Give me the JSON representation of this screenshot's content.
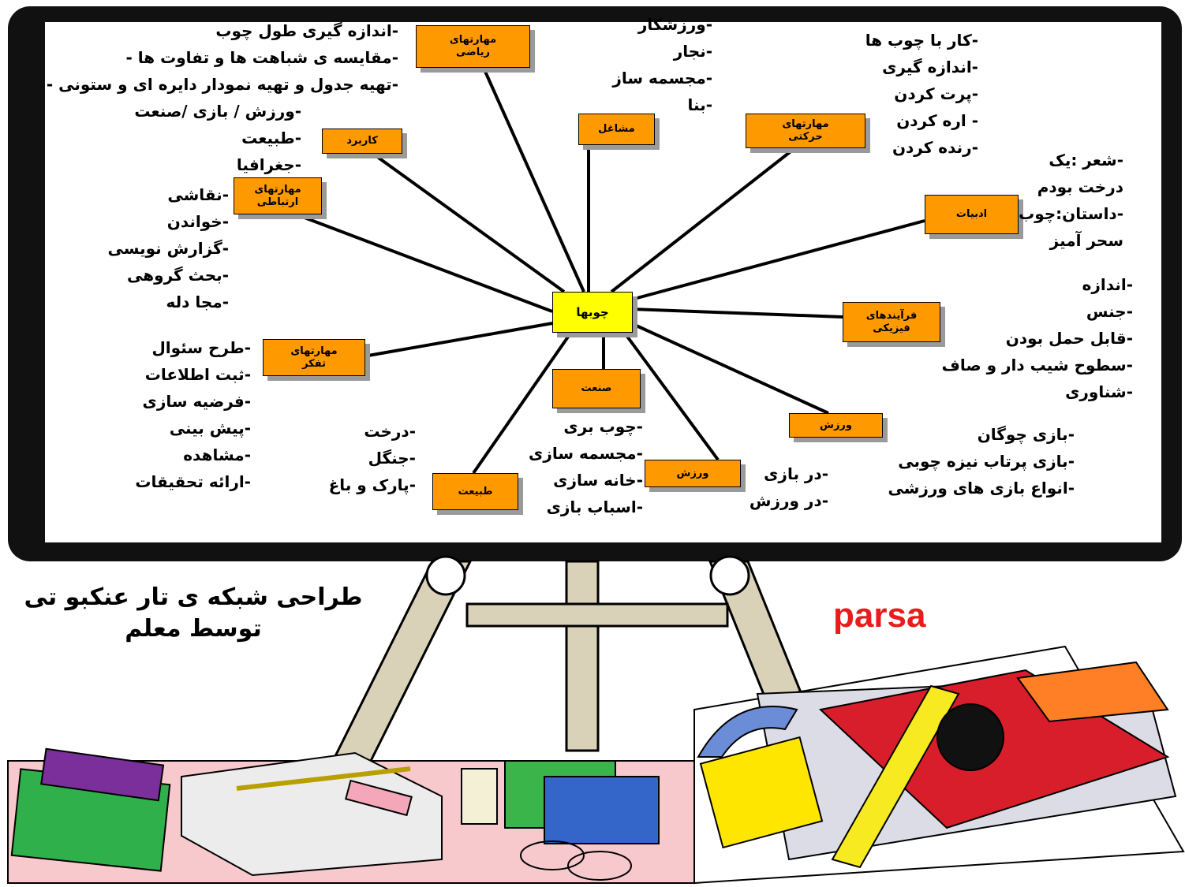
{
  "diagram": {
    "center": "چوبها",
    "nodes": [
      {
        "id": "math",
        "label": "مهارتهای\nریاضی",
        "items": [
          "-اندازه گیری طول چوب",
          "-مقایسه ی شباهت ها و تفاوت ها -",
          "-تهیه جدول و تهیه نمودار دایره ای و ستونی -"
        ]
      },
      {
        "id": "jobs",
        "label": "مشاغل",
        "items": [
          "-ورزشکار",
          "-نجار",
          "-مجسمه ساز",
          "-بنا"
        ]
      },
      {
        "id": "motor",
        "label": "مهارتهای\nحرکتی",
        "items": [
          "-کار با چوب  ها",
          "-اندازه گیری",
          "-پرت کردن",
          "- اره کردن",
          "-رنده کردن"
        ]
      },
      {
        "id": "application",
        "label": "کاربرد",
        "items": [
          "-ورزش / بازی  /صنعت",
          "-طبیعت",
          "-جغرافیا"
        ]
      },
      {
        "id": "communication",
        "label": "مهارتهای\nارتباطی",
        "items": [
          "-نقاشی",
          "-خواندن",
          "-گزارش نویسی",
          "-بحث گروهی",
          "-مجا دله"
        ]
      },
      {
        "id": "literature",
        "label": "ادبیات",
        "items": [
          "-شعر :یک",
          "درخت بودم",
          "-داستان:چوب",
          "سحر آمیز"
        ]
      },
      {
        "id": "physical",
        "label": "فرآیندهای\nفیزیکی",
        "items": [
          "-اندازه",
          "-جنس",
          "-قابل حمل بودن",
          "-سطوح شیب دار و صاف",
          "-شناوری"
        ]
      },
      {
        "id": "thinking",
        "label": "مهارتهای\nتفکر",
        "items": [
          "-طرح سئوال",
          "-ثبت اطلاعات",
          "-فرضیه سازی",
          "-پیش بینی",
          "-مشاهده",
          "-ارائه تحقیقات"
        ]
      },
      {
        "id": "industry",
        "label": "صنعت",
        "items": [
          "-چوب بری",
          "-مجسمه سازی",
          "-خانه سازی",
          "-اسباب بازی"
        ]
      },
      {
        "id": "nature",
        "label": "طبیعت",
        "items": [
          "-درخت",
          "-جنگل",
          "-پارک و باغ"
        ]
      },
      {
        "id": "sport1",
        "label": "ورزش",
        "items": [
          "-در بازی",
          "-در ورزش"
        ]
      },
      {
        "id": "sport2",
        "label": "ورزش",
        "items": [
          "-بازی  چوگان",
          "-بازی پرتاب نیزه چوبی",
          "-انواع بازی های ورزشی"
        ]
      }
    ]
  },
  "caption": [
    "طراحی شبکه ی تار عنکبو تی",
    "توسط معلم"
  ],
  "brand": "parsa",
  "colors": {
    "node": "#ff9900",
    "center": "#ffff00",
    "brand": "#e81c1c",
    "frame": "#111111"
  }
}
